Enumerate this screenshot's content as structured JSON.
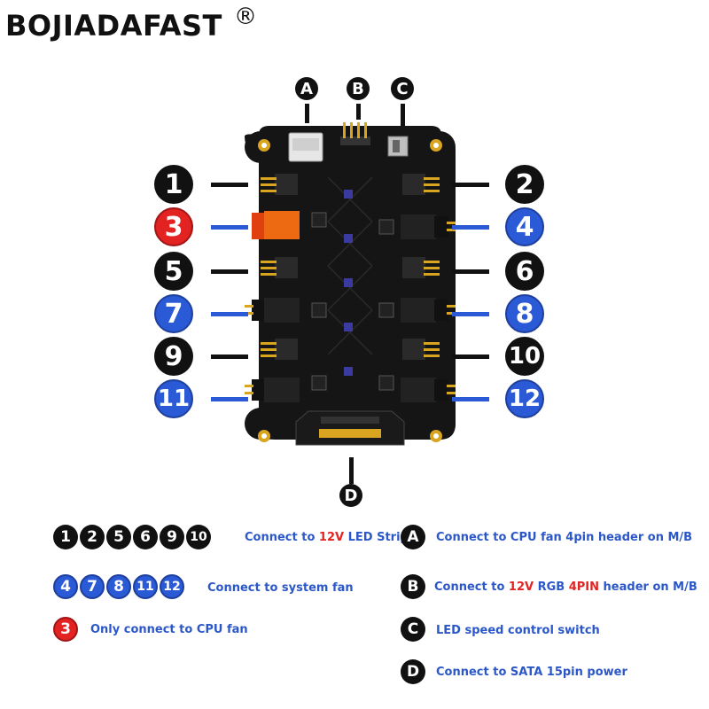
{
  "brand": {
    "name": "BOJIADAFAST",
    "reg": "®"
  },
  "letters": {
    "a": "A",
    "b": "B",
    "c": "C",
    "d": "D"
  },
  "ports_left": [
    {
      "label": "1",
      "color": "black"
    },
    {
      "label": "3",
      "color": "red"
    },
    {
      "label": "5",
      "color": "black"
    },
    {
      "label": "7",
      "color": "blue"
    },
    {
      "label": "9",
      "color": "black"
    },
    {
      "label": "11",
      "color": "blue"
    }
  ],
  "ports_right": [
    {
      "label": "2",
      "color": "black"
    },
    {
      "label": "4",
      "color": "blue"
    },
    {
      "label": "6",
      "color": "black"
    },
    {
      "label": "8",
      "color": "blue"
    },
    {
      "label": "10",
      "color": "black"
    },
    {
      "label": "12",
      "color": "blue"
    }
  ],
  "legend": {
    "led_group": [
      "1",
      "2",
      "5",
      "6",
      "9",
      "10"
    ],
    "led_text_1": "Connect  to ",
    "led_text_2": "12V",
    "led_text_3": " LED Strip",
    "sys_group": [
      "4",
      "7",
      "8",
      "11",
      "12"
    ],
    "sys_text": "Connect  to system fan",
    "cpu_badge": "3",
    "cpu_text": "Only connect to CPU fan",
    "a_text": "Connect  to CPU  fan 4pin header on M/B",
    "b_text_1": "Connect to ",
    "b_text_2": "12V",
    "b_text_3": " RGB ",
    "b_text_4": "4PIN",
    "b_text_5": " header on M/B",
    "c_text": "LED speed control switch",
    "d_text": "Connect  to SATA 15pin power"
  },
  "colors": {
    "blue": "#2b5ad6",
    "red": "#e32222",
    "black": "#111111",
    "pcb": "#151515",
    "gold": "#d9a520"
  }
}
